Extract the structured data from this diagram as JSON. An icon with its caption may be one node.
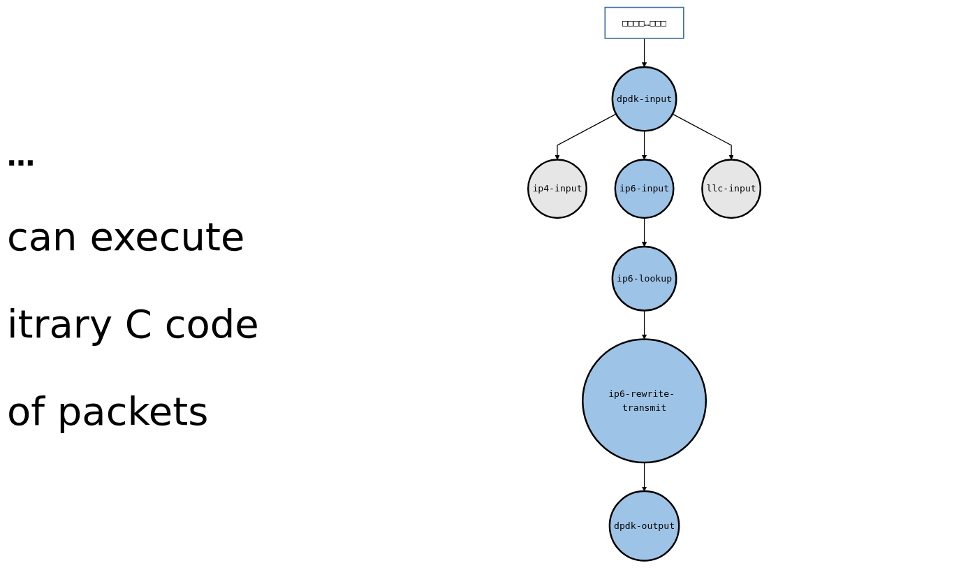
{
  "diagram": {
    "nodes": [
      {
        "text": [
          "□□□□…□□□"
        ]
      },
      {
        "text": [
          "dpdk-input"
        ]
      },
      {
        "text": [
          "ip4-input"
        ]
      },
      {
        "text": [
          "ip6-input"
        ]
      },
      {
        "text": [
          "llc-input"
        ]
      },
      {
        "text": [
          "ip6-lookup"
        ]
      },
      {
        "text": [
          "ip6-rewrite- transmit"
        ]
      },
      {
        "text": [
          "dpdk-output"
        ]
      }
    ],
    "edges": [
      {
        "from": 0,
        "to": 1,
        "arrow": "to"
      },
      {
        "from": 1,
        "to": 2,
        "arrow": "to"
      },
      {
        "from": 1,
        "to": 3,
        "arrow": "to"
      },
      {
        "from": 1,
        "to": 4,
        "arrow": "to"
      },
      {
        "from": 3,
        "to": 5,
        "arrow": "to"
      },
      {
        "from": 5,
        "to": 6,
        "arrow": "to"
      },
      {
        "from": 6,
        "to": 7,
        "arrow": "to"
      }
    ],
    "labels": [
      "…",
      "can execute",
      "itrary C code",
      "of packets"
    ]
  }
}
